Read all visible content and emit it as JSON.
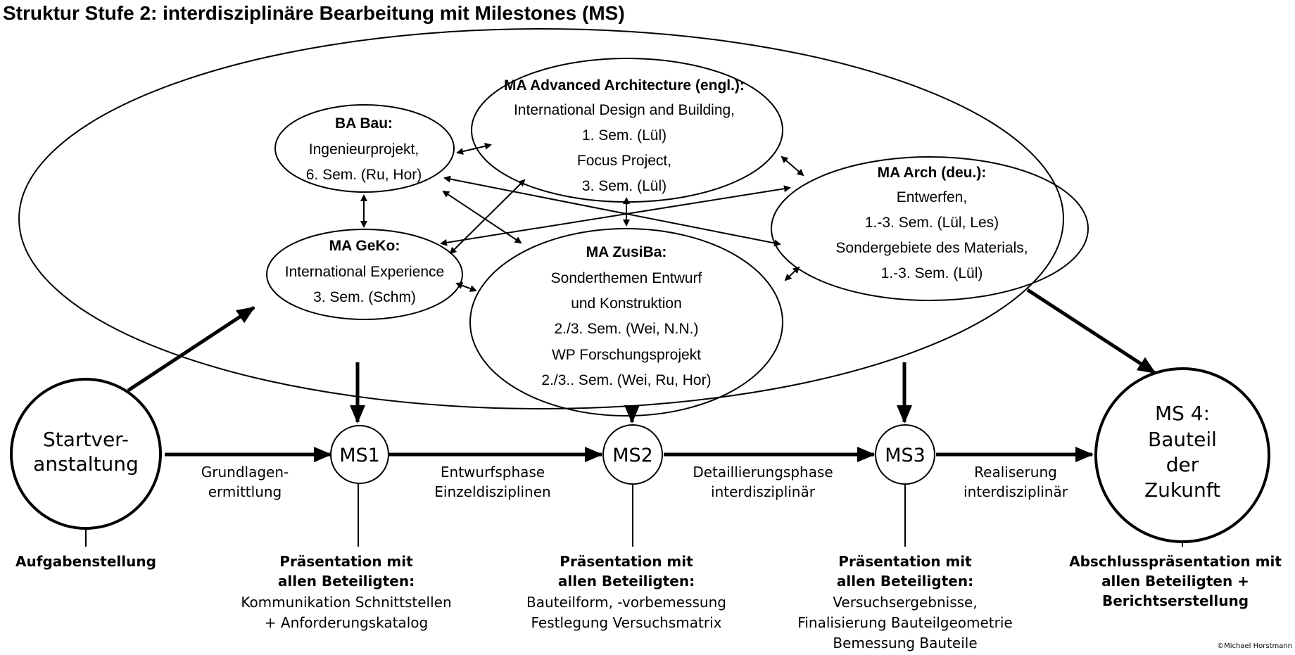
{
  "title": "Struktur Stufe 2: interdisziplinäre Bearbeitung mit Milestones (MS)",
  "programs": {
    "ba_bau": {
      "heading": "BA Bau:",
      "lines": [
        "Ingenieurprojekt,",
        "6. Sem. (Ru, Hor)"
      ]
    },
    "ma_advanced": {
      "heading": "MA Advanced Architecture (engl.):",
      "lines": [
        "International Design and Building,",
        "1. Sem. (Lül)",
        "Focus Project,",
        "3. Sem. (Lül)"
      ]
    },
    "ma_arch": {
      "heading": "MA Arch (deu.):",
      "lines": [
        "Entwerfen,",
        "1.-3. Sem. (Lül, Les)",
        "Sondergebiete des Materials,",
        "1.-3. Sem. (Lül)"
      ]
    },
    "ma_geko": {
      "heading": "MA GeKo:",
      "lines": [
        "International Experience",
        "3. Sem. (Schm)"
      ]
    },
    "ma_zusiba": {
      "heading": "MA ZusiBa:",
      "lines": [
        "Sonderthemen Entwurf",
        "und Konstruktion",
        "2./3. Sem. (Wei, N.N.)",
        "WP Forschungsprojekt",
        "2./3.. Sem. (Wei, Ru, Hor)"
      ]
    }
  },
  "start": {
    "lines": [
      "Startver-",
      "anstaltung"
    ]
  },
  "ms": {
    "ms1": "MS1",
    "ms2": "MS2",
    "ms3": "MS3"
  },
  "ms4": {
    "lines": [
      "MS 4:",
      "Bauteil",
      "der",
      "Zukunft"
    ]
  },
  "phases": {
    "p1": [
      "Grundlagen-",
      "ermittlung"
    ],
    "p2": [
      "Entwurfsphase",
      "Einzeldisziplinen"
    ],
    "p3": [
      "Detaillierungsphase",
      "interdisziplinär"
    ],
    "p4": [
      "Realiserung",
      "interdisziplinär"
    ]
  },
  "presentations": {
    "start": {
      "bold": [
        "Aufgabenstellung"
      ],
      "normal": []
    },
    "ms1": {
      "bold": [
        "Präsentation mit",
        "allen Beteiligten:"
      ],
      "normal": [
        "Kommunikation Schnittstellen",
        "+ Anforderungskatalog"
      ]
    },
    "ms2": {
      "bold": [
        "Präsentation mit",
        "allen Beteiligten:"
      ],
      "normal": [
        "Bauteilform, -vorbemessung",
        "Festlegung Versuchsmatrix"
      ]
    },
    "ms3": {
      "bold": [
        "Präsentation mit",
        "allen Beteiligten:"
      ],
      "normal": [
        "Versuchsergebnisse,",
        "Finalisierung Bauteilgeometrie",
        "Bemessung Bauteile"
      ]
    },
    "ms4": {
      "bold": [
        "Abschlusspräsentation mit",
        "allen Beteiligten +",
        "Berichtserstellung"
      ],
      "normal": []
    }
  },
  "copyright": "©Michael Horstmann",
  "colors": {
    "stroke": "#000000",
    "background": "#ffffff"
  }
}
